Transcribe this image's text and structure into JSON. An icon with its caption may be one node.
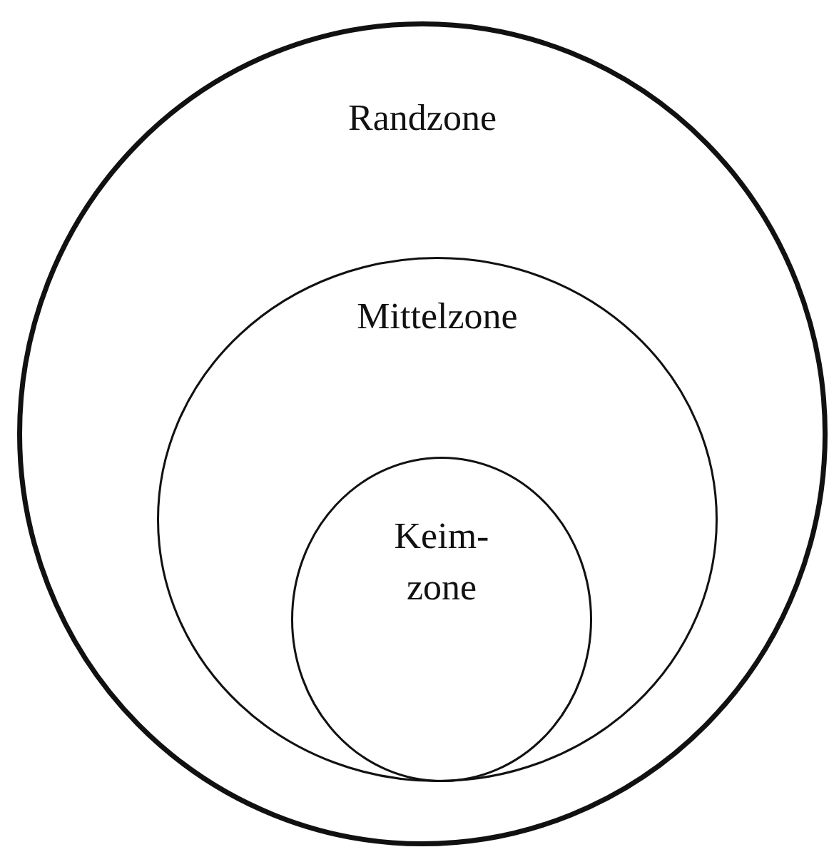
{
  "diagram": {
    "nodes": [
      {
        "text": [
          "Randzone"
        ]
      },
      {
        "text": [
          "Mittelzone"
        ],
        "in": 0
      },
      {
        "text": [
          "Keim- zone"
        ],
        "in": 1
      }
    ]
  }
}
